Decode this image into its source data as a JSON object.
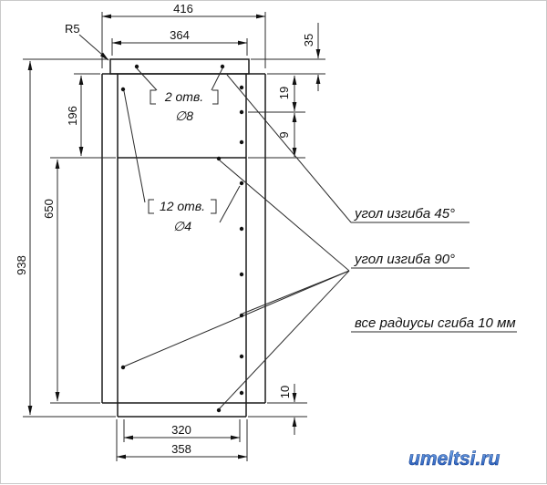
{
  "dims": {
    "d416": "416",
    "d364": "364",
    "d35": "35",
    "r5": "R5",
    "d196": "196",
    "d650": "650",
    "d938": "938",
    "d19": "19",
    "d9": "9",
    "d10": "10",
    "d320": "320",
    "d358": "358"
  },
  "holes": {
    "big_count": "2 отв.",
    "big_dia": "∅8",
    "small_count": "12 отв.",
    "small_dia": "∅4"
  },
  "notes": {
    "bend45": "угол изгиба 45°",
    "bend90": "угол изгиба 90°",
    "radius": "все радиусы сгиба 10 мм"
  },
  "watermark": "umeltsi.ru",
  "colors": {
    "line": "#1c1c1c",
    "watermark_light": "#7db1f0",
    "watermark_dark": "#1c4fb0",
    "background": "#ffffff"
  }
}
